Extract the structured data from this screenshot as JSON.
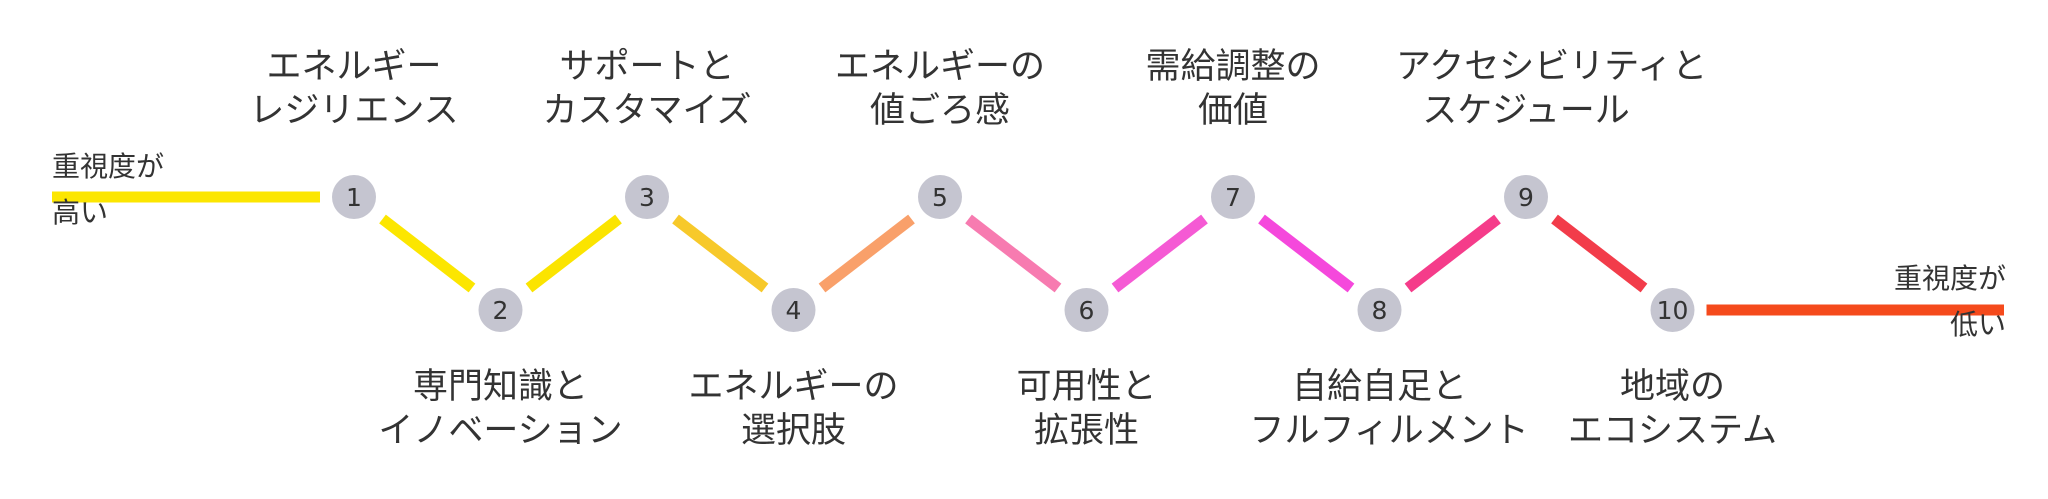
{
  "scale": {
    "high": [
      "重視度が",
      "高い"
    ],
    "low": [
      "重視度が",
      "低い"
    ]
  },
  "nodes": [
    {
      "number": "1",
      "label": [
        "エネルギー",
        "レジリエンス"
      ]
    },
    {
      "number": "2",
      "label": [
        "専門知識と",
        "イノベーション"
      ]
    },
    {
      "number": "3",
      "label": [
        "サポートと",
        "カスタマイズ"
      ]
    },
    {
      "number": "4",
      "label": [
        "エネルギーの",
        "選択肢"
      ]
    },
    {
      "number": "5",
      "label": [
        "エネルギーの",
        "値ごろ感"
      ]
    },
    {
      "number": "6",
      "label": [
        "可用性と",
        "拡張性"
      ]
    },
    {
      "number": "7",
      "label": [
        "需給調整の",
        "価値"
      ]
    },
    {
      "number": "8",
      "label": [
        "自給自足と",
        "フルフィルメント"
      ]
    },
    {
      "number": "9",
      "label": [
        "アクセシビリティと",
        "スケジュール"
      ]
    },
    {
      "number": "10",
      "label": [
        "地域の",
        "エコシステム"
      ]
    }
  ],
  "colors": {
    "node_fill": "#c5c5d0",
    "node_text": "#333333",
    "start_line": "#fce600",
    "end_line": "#f54a1c",
    "segments": [
      "#fce600",
      "#fbe400",
      "#f7c92a",
      "#f9a06a",
      "#f77bb0",
      "#f55ad4",
      "#f548dc",
      "#f53c8a",
      "#f23c4a"
    ]
  }
}
